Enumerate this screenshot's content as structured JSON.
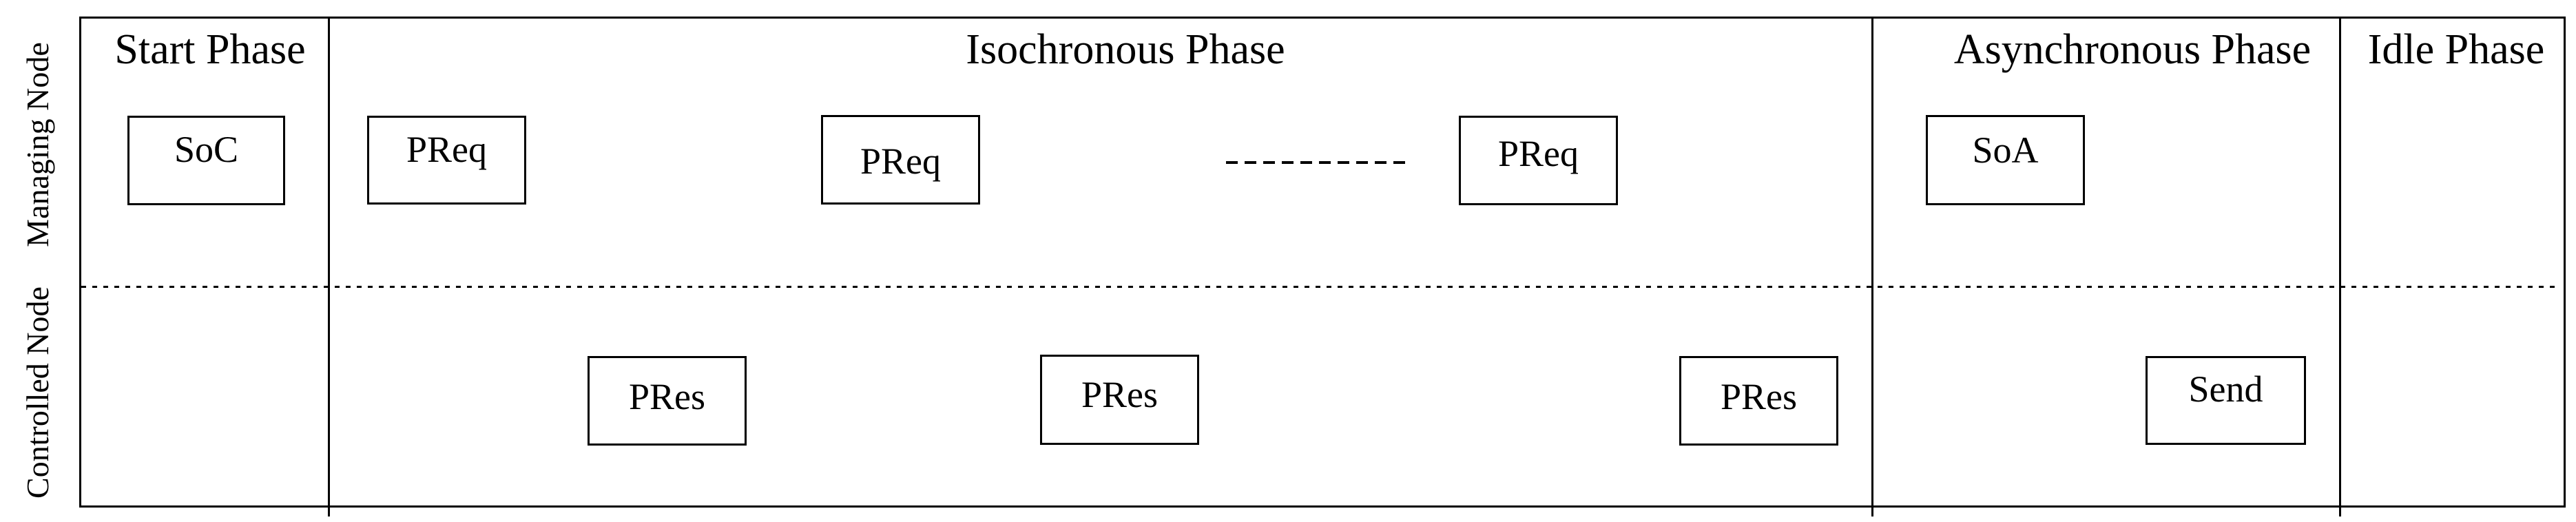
{
  "rows": [
    {
      "label": "Managing Node"
    },
    {
      "label": "Controlled Node"
    }
  ],
  "phases": [
    {
      "label": "Start Phase"
    },
    {
      "label": "Isochronous Phase"
    },
    {
      "label": "Asynchronous Phase"
    },
    {
      "label": "Idle Phase"
    }
  ],
  "frames": [
    {
      "label": "SoC",
      "row": "Managing Node",
      "phase": "Start Phase"
    },
    {
      "label": "PReq",
      "row": "Managing Node",
      "phase": "Isochronous Phase"
    },
    {
      "label": "PReq",
      "row": "Managing Node",
      "phase": "Isochronous Phase"
    },
    {
      "label": "PReq",
      "row": "Managing Node",
      "phase": "Isochronous Phase"
    },
    {
      "label": "SoA",
      "row": "Managing Node",
      "phase": "Asynchronous Phase"
    },
    {
      "label": "PRes",
      "row": "Controlled Node",
      "phase": "Isochronous Phase"
    },
    {
      "label": "PRes",
      "row": "Controlled Node",
      "phase": "Isochronous Phase"
    },
    {
      "label": "PRes",
      "row": "Controlled Node",
      "phase": "Isochronous Phase"
    },
    {
      "label": "Send",
      "row": "Controlled Node",
      "phase": "Asynchronous Phase"
    }
  ],
  "colors": {
    "line": "#000000",
    "background": "#ffffff"
  }
}
